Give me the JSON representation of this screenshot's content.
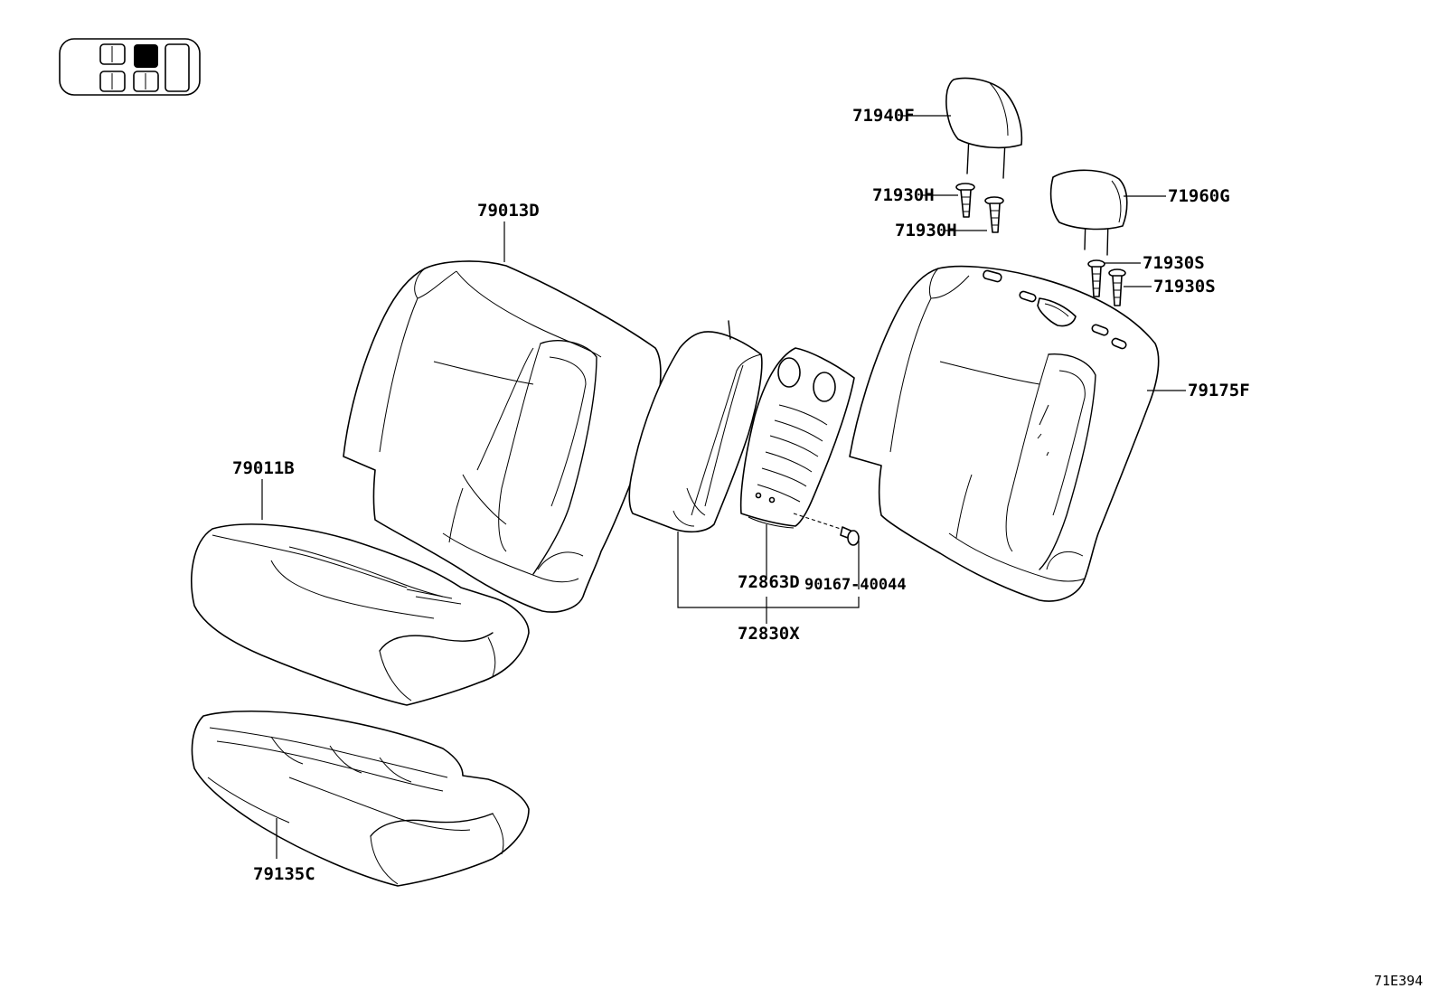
{
  "diagram": {
    "code": "71E394",
    "labels": {
      "p71940F": "71940F",
      "p71930H_a": "71930H",
      "p71930H_b": "71930H",
      "p71960G": "71960G",
      "p71930S_a": "71930S",
      "p71930S_b": "71930S",
      "p79013D": "79013D",
      "p79175F": "79175F",
      "p79011B": "79011B",
      "p72863D": "72863D",
      "p90167": "90167-40044",
      "p72830X": "72830X",
      "p79135C": "79135C"
    },
    "locator": {
      "highlighted_seat": "rear-right",
      "icon": "seat-locator-icon"
    }
  }
}
